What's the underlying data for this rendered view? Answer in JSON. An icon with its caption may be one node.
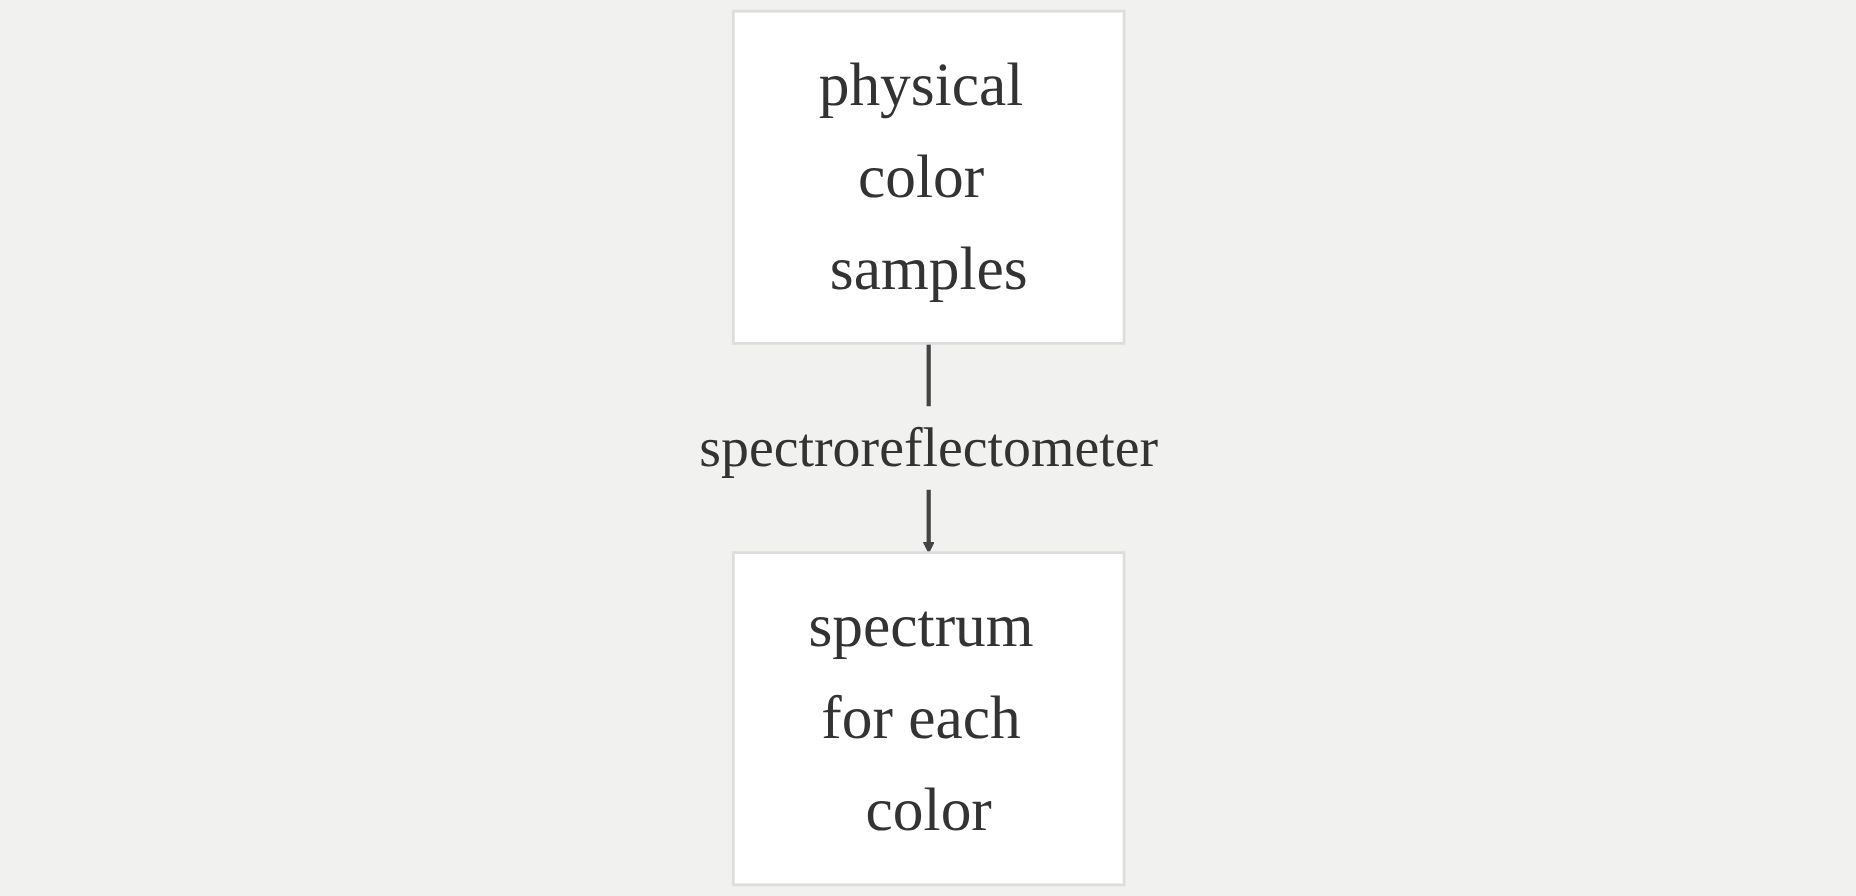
{
  "diagram": {
    "nodes": [
      {
        "text": [
          "physical color samples"
        ]
      },
      {
        "text": [
          "spectrum for each color"
        ]
      }
    ],
    "edges": [
      {
        "from": 0,
        "to": 1,
        "arrow": "to",
        "label": "spectroreflectometer"
      }
    ]
  }
}
